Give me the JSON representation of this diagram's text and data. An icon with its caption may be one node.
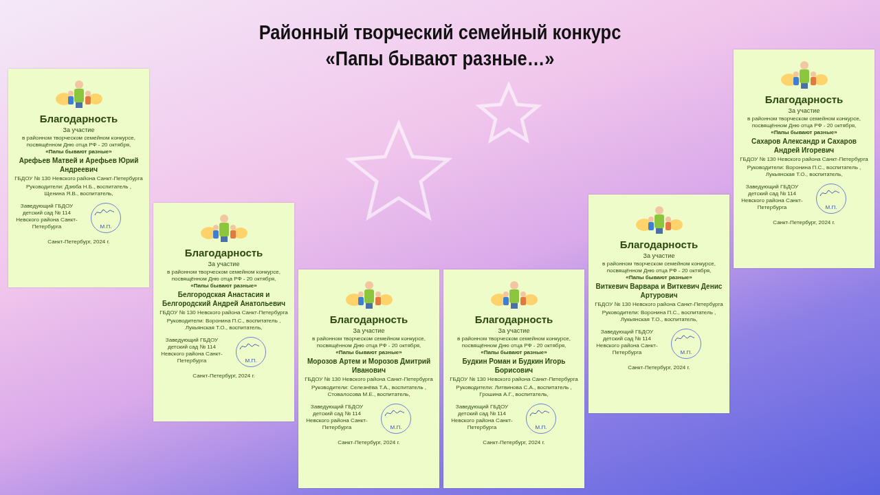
{
  "diagram": {
    "title": "Районный творческий семейный конкурс «Папы бывают разные…»",
    "nodes": [
      {
        "text": [
          "Благодарность",
          "За участие",
          "в районном творческом семейном конкурсе, посвящённом Дню отца РФ - 20 октября,",
          "«Папы бывают разные»",
          "Арефьев Матвей и Арефьев Юрий Андреевич",
          "ГБДОУ № 130 Невского района Санкт-Петербурга",
          "Руководители: Дзюба Н.Б., воспитатель , Щенина Я.В., воспитатель,",
          "Заведующий ГБДОУ детский сад № 114 Невского района Санкт-Петербурга",
          "М.П.",
          "Санкт-Петербург, 2024 г."
        ]
      },
      {
        "text": [
          "Благодарность",
          "За участие",
          "в районном творческом семейном конкурсе, посвящённом Дню отца РФ - 20 октября,",
          "«Папы бывают разные»",
          "Белгородская Анастасия и Белгородский Андрей Анатольевич",
          "ГБДОУ № 130 Невского района Санкт-Петербурга",
          "Руководители: Воронина П.С., воспитатель , Лукьянская Т.О., воспитатель,",
          "Заведующий ГБДОУ детский сад № 114 Невского района Санкт-Петербурга",
          "М.П.",
          "Санкт-Петербург, 2024 г."
        ]
      },
      {
        "text": [
          "Благодарность",
          "За участие",
          "в районном творческом семейном конкурсе, посвящённом Дню отца РФ - 20 октября,",
          "«Папы бывают разные»",
          "Морозов Артем и Морозов Дмитрий Иванович",
          "ГБДОУ № 130 Невского района Санкт-Петербурга",
          "Руководители: Селезнёва Т.А., воспитатель , Стовалосова М.Е., воспитатель,",
          "Заведующий ГБДОУ детский сад № 114 Невского района Санкт-Петербурга",
          "М.П.",
          "Санкт-Петербург, 2024 г."
        ]
      },
      {
        "text": [
          "Благодарность",
          "За участие",
          "в районном творческом семейном конкурсе, посвящённом Дню отца РФ - 20 октября,",
          "«Папы бывают разные»",
          "Будкин Роман и Будкин Игорь Борисович",
          "ГБДОУ № 130 Невского района Санкт-Петербурга",
          "Руководители: Литвинова С.А., воспитатель , Грошина А.Г., воспитатель,",
          "Заведующий ГБДОУ детский сад № 114 Невского района Санкт-Петербурга",
          "М.П.",
          "Санкт-Петербург, 2024 г."
        ]
      },
      {
        "text": [
          "Благодарность",
          "За участие",
          "в районном творческом семейном конкурсе, посвящённом Дню отца РФ - 20 октября,",
          "«Папы бывают разные»",
          "Виткевич Варвара и Виткевич Денис Артурович",
          "ГБДОУ № 130 Невского района Санкт-Петербурга",
          "Руководители: Воронина П.С., воспитатель , Лукьянская Т.О., воспитатель,",
          "Заведующий ГБДОУ детский сад № 114 Невского района Санкт-Петербурга",
          "М.П.",
          "Санкт-Петербург, 2024 г."
        ]
      },
      {
        "text": [
          "Благодарность",
          "За участие",
          "в районном творческом семейном конкурсе, посвящённом Дню отца РФ - 20 октября,",
          "«Папы бывают разные»",
          "Сахаров Александр и Сахаров Андрей Игоревич",
          "ГБДОУ № 130 Невского района Санкт-Петербурга",
          "Руководители: Воронина П.С., воспитатель , Лукьянская Т.О., воспитатель,",
          "Заведующий ГБДОУ детский сад № 114 Невского района Санкт-Петербурга",
          "М.П.",
          "Санкт-Петербург, 2024 г."
        ]
      }
    ]
  }
}
